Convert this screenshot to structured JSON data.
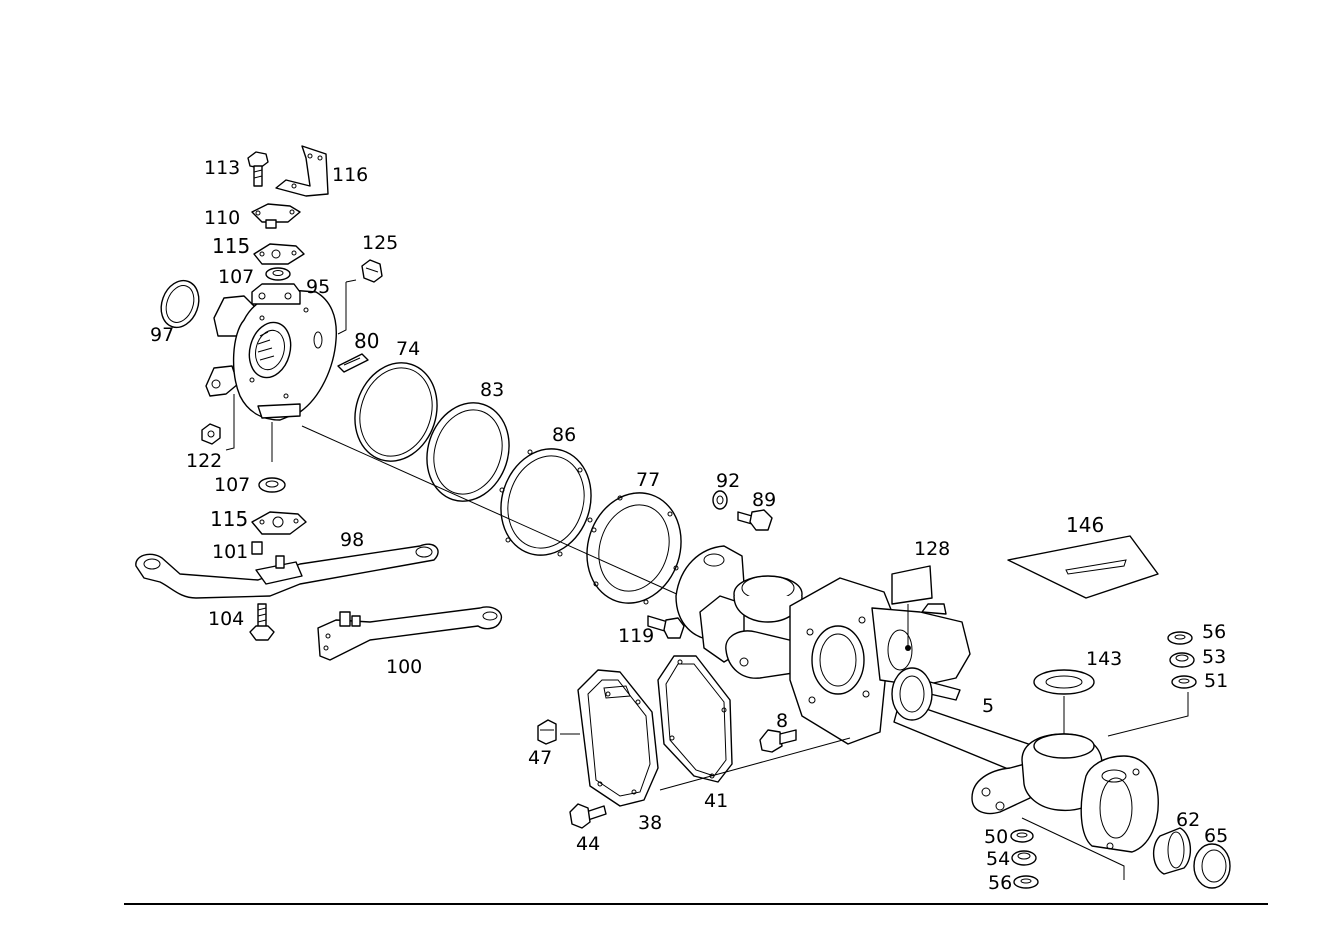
{
  "labels": {
    "l113": "113",
    "l116": "116",
    "l110": "110",
    "l115a": "115",
    "l125": "125",
    "l107a": "107",
    "l95": "95",
    "l97": "97",
    "l80": "80",
    "l74": "74",
    "l83": "83",
    "l86": "86",
    "l122": "122",
    "l107b": "107",
    "l77": "77",
    "l92": "92",
    "l89": "89",
    "l115b": "115",
    "l98": "98",
    "l101": "101",
    "l146": "146",
    "l128": "128",
    "l104": "104",
    "l119": "119",
    "l100": "100",
    "l56a": "56",
    "l53": "53",
    "l51": "51",
    "l143": "143",
    "l5": "5",
    "l8": "8",
    "l47": "47",
    "l41": "41",
    "l62": "62",
    "l65": "65",
    "l38": "38",
    "l50": "50",
    "l44": "44",
    "l54": "54",
    "l56b": "56"
  },
  "colors": {
    "ink": "#000000",
    "paper": "#ffffff"
  }
}
